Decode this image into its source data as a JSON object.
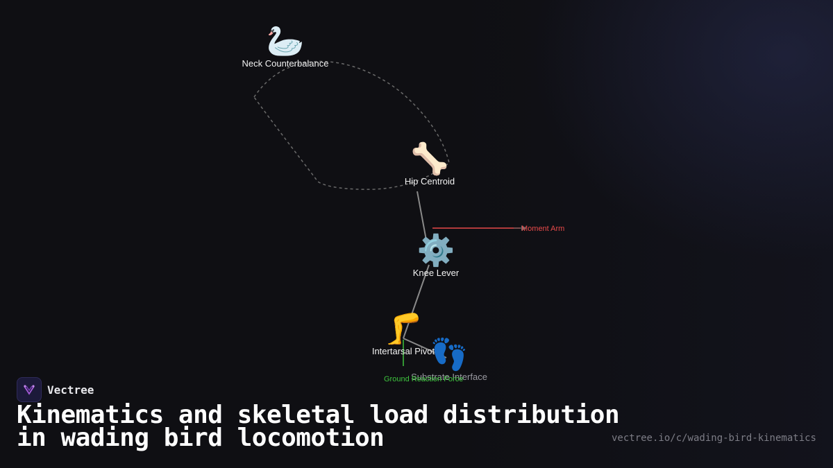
{
  "brand": {
    "name": "Vectree",
    "logo_icon": "vectree-logo-icon"
  },
  "title": "Kinematics and skeletal load distribution in wading bird locomotion",
  "url": "vectree.io/c/wading-bird-kinematics",
  "nodes": [
    {
      "id": "neck",
      "label": "Neck Counterbalance",
      "emoji": "🦢"
    },
    {
      "id": "hip",
      "label": "Hip Centroid",
      "emoji": "🦴"
    },
    {
      "id": "knee",
      "label": "Knee Lever",
      "emoji": "⚙️"
    },
    {
      "id": "intertarsal",
      "label": "Intertarsal Pivot",
      "emoji": "🦵"
    },
    {
      "id": "substrate",
      "label": "Substrate Interface",
      "emoji": "👣"
    }
  ],
  "annotations": {
    "moment_arm": {
      "label": "Moment Arm",
      "color": "#e84a4a"
    },
    "ground_reaction": {
      "label": "Ground Reaction Force",
      "color": "#3ec43e"
    }
  },
  "colors": {
    "background": "#0f0f13",
    "link": "#8a8a8a",
    "dashed": "#6a6a6a"
  }
}
